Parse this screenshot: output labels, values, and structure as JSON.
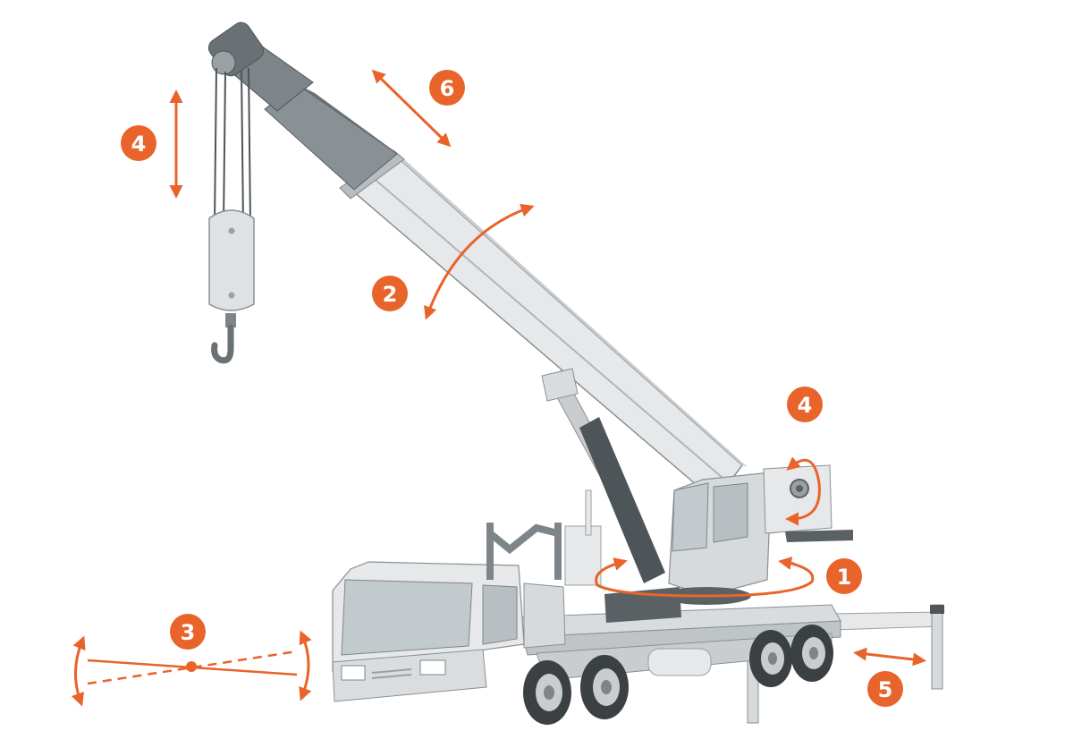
{
  "colors": {
    "accent": "#E8642A",
    "metal_light": "#E6E8E9",
    "metal_mid": "#C9CDD0",
    "metal_dark": "#7E8588",
    "metal_darker": "#4E5558",
    "glass": "#CBD1D4",
    "tire": "#3B4043"
  },
  "callouts": [
    {
      "id": "slewing",
      "number": "1"
    },
    {
      "id": "luffing",
      "number": "2"
    },
    {
      "id": "tilt",
      "number": "3"
    },
    {
      "id": "hoist",
      "number": "4"
    },
    {
      "id": "winch",
      "number": "4"
    },
    {
      "id": "outrigger",
      "number": "5"
    },
    {
      "id": "telescoping",
      "number": "6"
    }
  ]
}
